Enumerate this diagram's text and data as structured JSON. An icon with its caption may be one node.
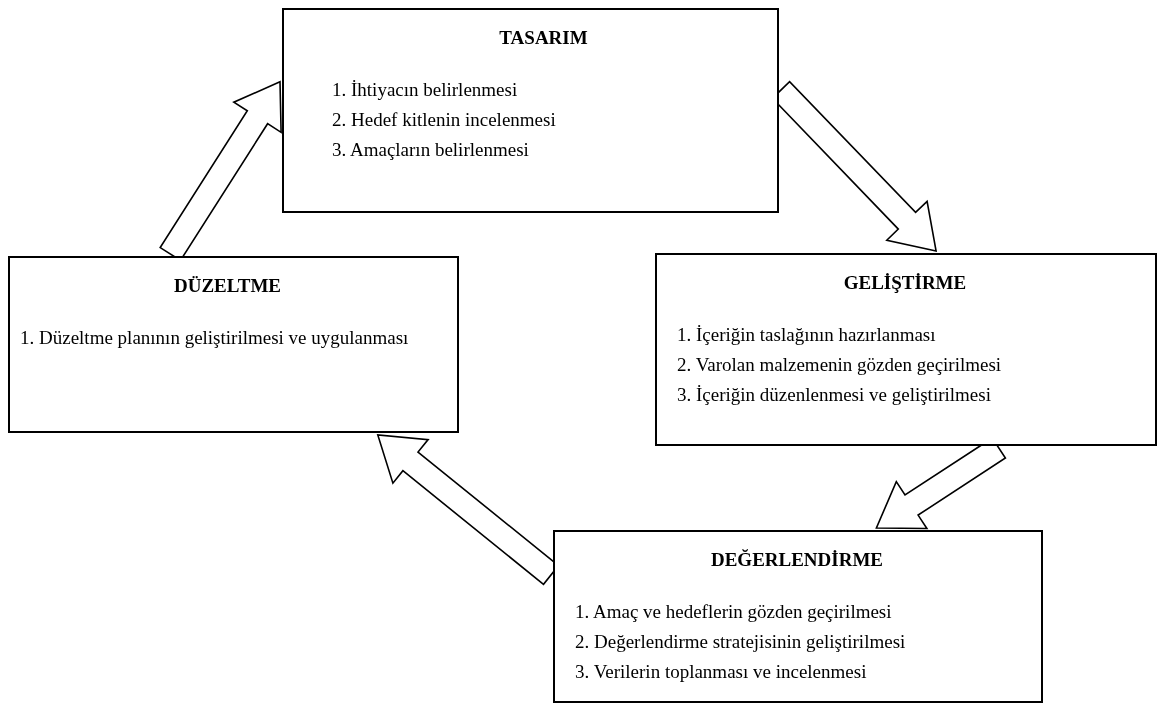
{
  "diagram": {
    "nodes": [
      {
        "text": [
          "TASARIM",
          "1. İhtiyacın belirlenmesi",
          "2. Hedef kitlenin incelenmesi",
          "3. Amaçların belirlenmesi"
        ]
      },
      {
        "text": [
          "GELİŞTİRME",
          "1. İçeriğin taslağının hazırlanması",
          "2. Varolan malzemenin gözden geçirilmesi",
          "3. İçeriğin düzenlenmesi ve geliştirilmesi"
        ]
      },
      {
        "text": [
          "DEĞERLENDİRME",
          "1. Amaç ve hedeflerin gözden geçirilmesi",
          "2. Değerlendirme stratejisinin geliştirilmesi",
          "3. Verilerin toplanması ve incelenmesi"
        ]
      },
      {
        "text": [
          "DÜZELTME",
          "1. Düzeltme planının geliştirilmesi ve uygulanması"
        ]
      }
    ],
    "edges": [
      {
        "from": 0,
        "to": 1,
        "arrow": "to"
      },
      {
        "from": 1,
        "to": 2,
        "arrow": "to"
      },
      {
        "from": 2,
        "to": 3,
        "arrow": "to"
      },
      {
        "from": 3,
        "to": 0,
        "arrow": "to"
      }
    ]
  }
}
